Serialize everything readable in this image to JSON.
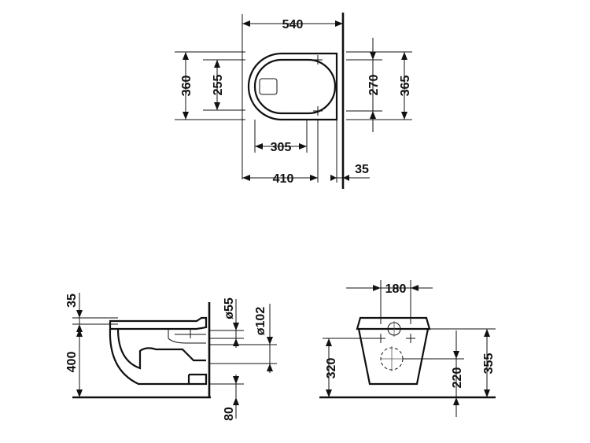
{
  "top_view": {
    "overall_depth": "540",
    "overall_width": "360",
    "seat_width": "255",
    "bolt_spacing": "305",
    "wall_to_rim": "410",
    "wall_thickness": "35",
    "bracket_spacing": "270",
    "outer_width": "365"
  },
  "side_view": {
    "top_height": "35",
    "rim_height": "400",
    "inlet_diameter": "ø55",
    "outlet_diameter": "ø102",
    "outlet_height": "80"
  },
  "front_view": {
    "bolt_span": "180",
    "outlet_height": "320",
    "inlet_height": "220",
    "top_height": "355"
  }
}
